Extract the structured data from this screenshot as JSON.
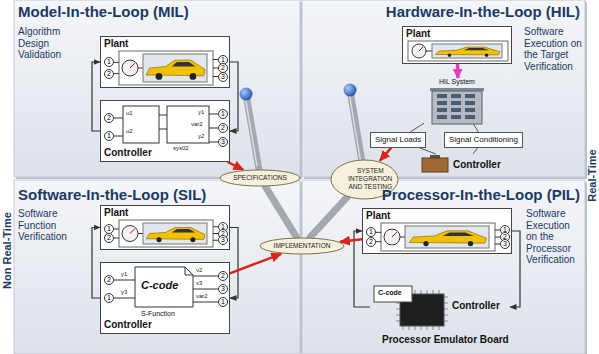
{
  "diagram": {
    "nodes": [
      {
        "text": [
          "Model-In-the-Loop (MIL)",
          "Algorithm Design Validation"
        ]
      },
      {
        "text": [
          "Plant"
        ],
        "in": 0
      },
      {
        "text": [
          "Controller"
        ],
        "in": 0
      },
      {
        "text": [
          "Hardware-In-the-Loop (HIL)",
          "Software Execution on the Target Verification"
        ]
      },
      {
        "text": [
          "Plant"
        ],
        "in": 3
      },
      {
        "text": [
          "HIL System"
        ],
        "in": 3
      },
      {
        "text": [
          "Signal Loads"
        ],
        "in": 3
      },
      {
        "text": [
          "Signal Conditioning"
        ],
        "in": 3
      },
      {
        "text": [
          "Controller"
        ],
        "in": 3
      },
      {
        "text": [
          "Software-In-the-Loop (SIL)",
          "Software Function Verification"
        ]
      },
      {
        "text": [
          "Plant"
        ],
        "in": 9
      },
      {
        "text": [
          "Controller"
        ],
        "in": 9
      },
      {
        "text": [
          "Processor-In-the-Loop (PIL)",
          "Software Execution on the Processor Verification"
        ]
      },
      {
        "text": [
          "Plant"
        ],
        "in": 12
      },
      {
        "text": [
          "Controller"
        ],
        "in": 12
      },
      {
        "text": [
          "SPECIFICATIONS"
        ]
      },
      {
        "text": [
          "SYSTEM INTEGRATION AND TESTING"
        ]
      },
      {
        "text": [
          "IMPLEMENTATION"
        ]
      }
    ],
    "edges": [
      {
        "from": 1,
        "to": 2,
        "arrow": "to"
      },
      {
        "from": 2,
        "to": 1,
        "arrow": "to"
      },
      {
        "from": 4,
        "to": 5,
        "arrow": "to"
      },
      {
        "from": 5,
        "to": 6,
        "arrow": "none"
      },
      {
        "from": 5,
        "to": 7,
        "arrow": "none"
      },
      {
        "from": 6,
        "to": 8,
        "arrow": "none"
      },
      {
        "from": 7,
        "to": 8,
        "arrow": "none"
      },
      {
        "from": 10,
        "to": 11,
        "arrow": "to"
      },
      {
        "from": 11,
        "to": 10,
        "arrow": "to"
      },
      {
        "from": 13,
        "to": 14,
        "arrow": "to"
      },
      {
        "from": 14,
        "to": 13,
        "arrow": "to"
      },
      {
        "from": 15,
        "to": 17,
        "arrow": "none"
      },
      {
        "from": 17,
        "to": 16,
        "arrow": "none"
      },
      {
        "from": 2,
        "to": 15,
        "arrow": "to"
      },
      {
        "from": 6,
        "to": 16,
        "arrow": "to"
      },
      {
        "from": 11,
        "to": 17,
        "arrow": "to"
      },
      {
        "from": 13,
        "to": 17,
        "arrow": "to"
      }
    ],
    "labels": [
      "Non Real-Time",
      "Real-Time",
      "1",
      "2",
      "1",
      "2",
      "3",
      "2",
      "1",
      "1",
      "2",
      "3",
      "u1",
      "u2",
      "y1",
      "var2",
      "y2",
      "sys02",
      "1",
      "2",
      "1",
      "2",
      "3",
      "2",
      "1",
      "y1",
      "y3",
      "v2",
      "x3",
      "var2",
      "2",
      "3",
      "1",
      "C-code",
      "S-Function",
      "1",
      "2",
      "1",
      "2",
      "3",
      "C-code",
      "Processor Emulator Board"
    ]
  }
}
